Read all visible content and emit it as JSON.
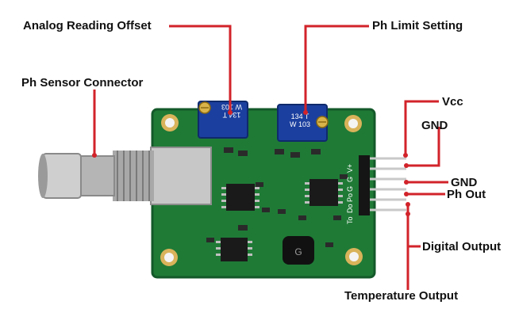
{
  "labels": {
    "analog_offset": "Analog Reading Offset",
    "ph_limit": "Ph Limit Setting",
    "sensor_connector": "Ph Sensor Connector",
    "vcc": "Vcc",
    "gnd_top": "GND",
    "gnd_mid": "GND",
    "ph_out": "Ph Out",
    "digital_output": "Digital Output",
    "temperature_output": "Temperature Output"
  },
  "pot_left": {
    "line1": "134 T",
    "line2": "W 103"
  },
  "pot_right": {
    "line1": "134 T",
    "line2": "W 103"
  },
  "pin_labels": [
    "To",
    "Do",
    "Po",
    "G",
    "G",
    "V+"
  ],
  "chip_marking": "G",
  "colors": {
    "pcb": "#1f7a36",
    "pcb_edge": "#14592a",
    "leader": "#d2232a",
    "pot": "#1b3f9e",
    "text": "#111111"
  }
}
